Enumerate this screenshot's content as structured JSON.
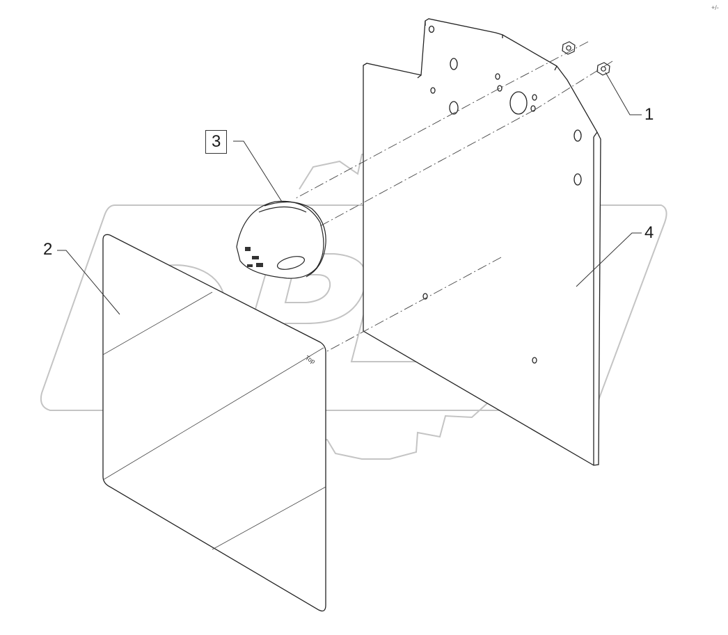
{
  "watermark": {
    "brand": "OPEX",
    "style": "gear-outline"
  },
  "callouts": [
    {
      "id": "1",
      "boxed": false
    },
    {
      "id": "2",
      "boxed": false
    },
    {
      "id": "3",
      "boxed": true
    },
    {
      "id": "4",
      "boxed": false
    }
  ],
  "parts": {
    "mirror": {
      "label": "Top"
    },
    "corner_mark": "+/-"
  },
  "colors": {
    "line": "#222222",
    "watermark": "#c4c4c4",
    "part_fill": "#ffffff",
    "shade": "#9a9a9a"
  }
}
